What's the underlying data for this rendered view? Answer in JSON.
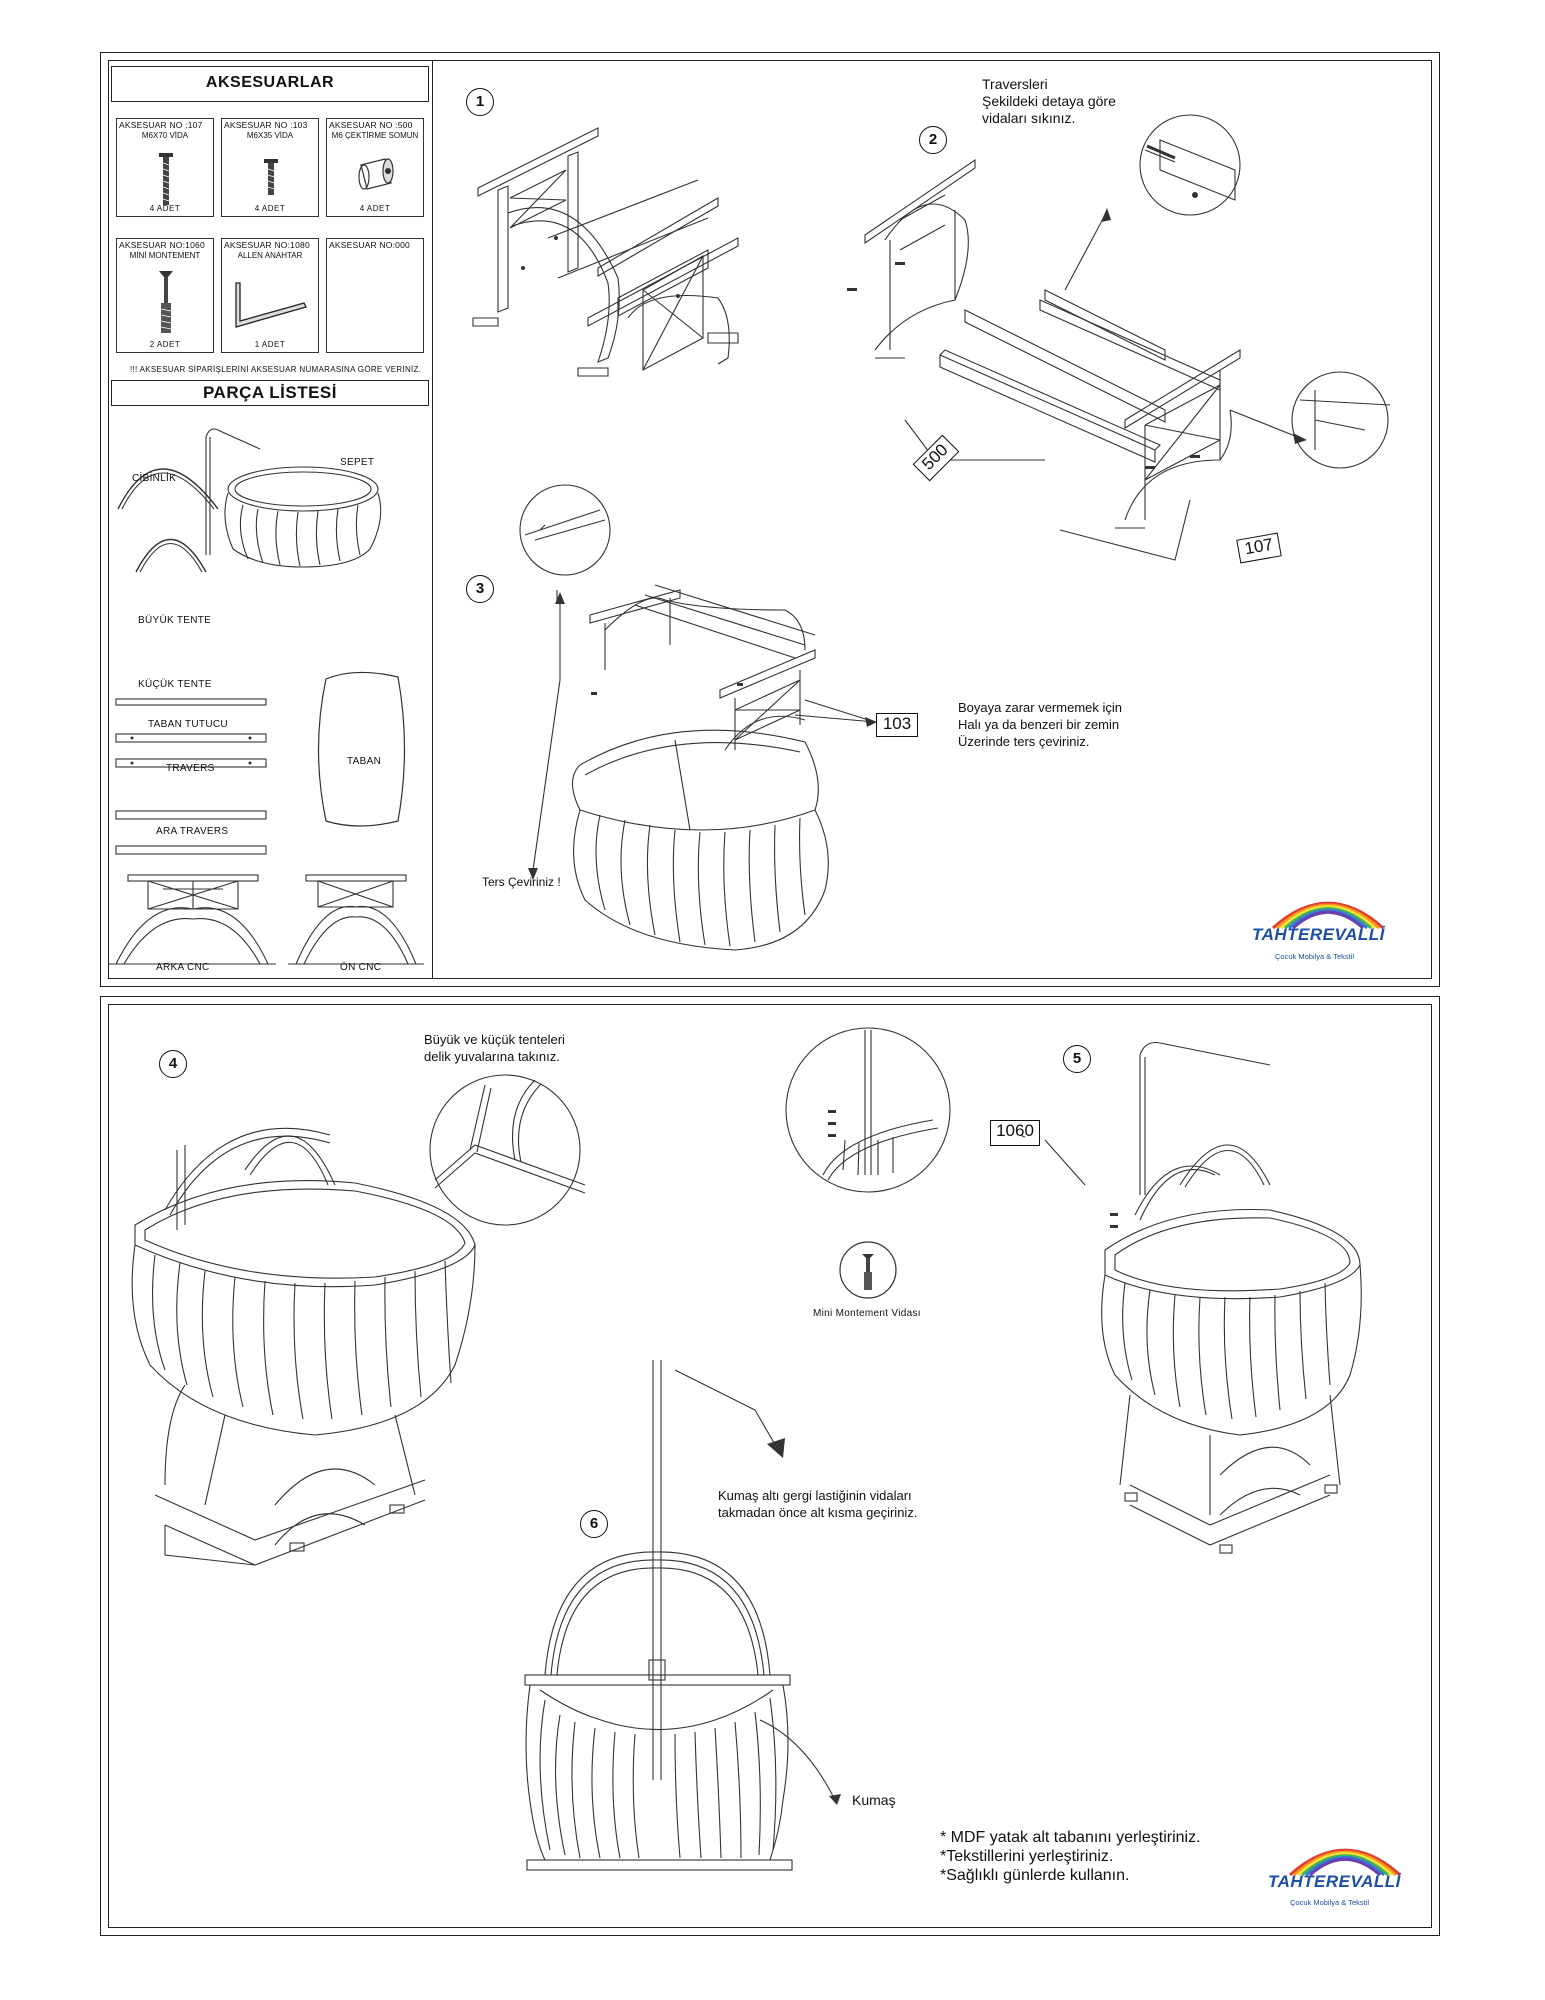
{
  "accessories": {
    "header": "AKSESUARLAR",
    "items": [
      {
        "no": "AKSESUAR NO :107",
        "name": "M6X70 VİDA",
        "qty": "4 ADET",
        "icon": "long-screw-icon"
      },
      {
        "no": "AKSESUAR NO :103",
        "name": "M6X35 VİDA",
        "qty": "4 ADET",
        "icon": "short-screw-icon"
      },
      {
        "no": "AKSESUAR NO :500",
        "name": "M6 ÇEKTİRME SOMUN",
        "qty": "4 ADET",
        "icon": "barrel-nut-icon"
      },
      {
        "no": "AKSESUAR NO:1060",
        "name": "MİNİ MONTEMENT",
        "qty": "2 ADET",
        "icon": "mini-connector-icon"
      },
      {
        "no": "AKSESUAR NO:1080",
        "name": "ALLEN ANAHTAR",
        "qty": "1 ADET",
        "icon": "allen-key-icon"
      },
      {
        "no": "AKSESUAR NO:000",
        "name": "",
        "qty": "",
        "icon": ""
      }
    ],
    "note": "!!! AKSESUAR SİPARİŞLERİNİ AKSESUAR NUMARASINA GÖRE VERİNİZ."
  },
  "parts": {
    "header": "PARÇA LİSTESİ",
    "cibinlik": "CİBİNLİK",
    "sepet": "SEPET",
    "buyuk_tente": "BÜYÜK TENTE",
    "kucuk_tente": "KÜÇÜK TENTE",
    "taban_tutucu": "TABAN TUTUCU",
    "travers": "TRAVERS",
    "taban": "TABAN",
    "ara_travers": "ARA TRAVERS",
    "arka_cnc": "ARKA CNC",
    "on_cnc": "ÖN CNC"
  },
  "steps": {
    "s1": "1",
    "s2": "2",
    "s3": "3",
    "s4": "4",
    "s5": "5",
    "s6": "6"
  },
  "notes": {
    "step2_line1": "Traversleri",
    "step2_line2": "Şekildeki detaya göre",
    "step2_line3": "vidaları sıkınız.",
    "label_500": "500",
    "label_107": "107",
    "label_103": "103",
    "step3_line1": "Boyaya zarar vermemek için",
    "step3_line2": "Halı ya da benzeri bir zemin",
    "step3_line3": "Üzerinde ters çeviriniz.",
    "ters": "Ters Çeviriniz !",
    "step4_line1": "Büyük ve küçük tenteleri",
    "step4_line2": "delik yuvalarına takınız.",
    "label_1060": "1060",
    "mini_montement": "Mini Montement Vidası",
    "kumas_line1": "Kumaş altı gergi lastiğinin vidaları",
    "kumas_line2": "takmadan önce alt kısma geçiriniz.",
    "kumas": "Kumaş",
    "final1": "* MDF yatak alt tabanını yerleştiriniz.",
    "final2": "*Tekstillerini yerleştiriniz.",
    "final3": "*Sağlıklı günlerde kullanın."
  },
  "logo": {
    "word": "TAHTEREVALLİ",
    "sub": "Çocuk Mobilya & Tekstil",
    "colors": [
      "#e63a2e",
      "#f39a1e",
      "#f7e43a",
      "#4bb34b",
      "#2f7ed8",
      "#6a3fb0"
    ]
  }
}
